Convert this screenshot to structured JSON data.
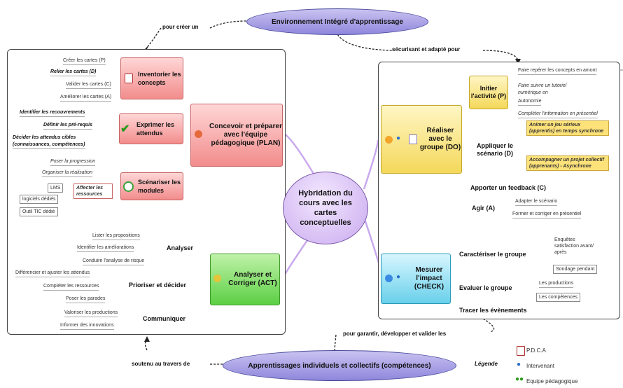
{
  "top_node": "Environnement Intégré d'apprentissage",
  "bottom_node": "Apprentissages individuels et collectifs (compétences)",
  "center": "Hybridation du cours avec les cartes conceptuelles",
  "connectors": {
    "top_left": "pour créer un",
    "top_right": "sécurisant et adapté pour",
    "bottom_right": "pour garantir, développer et valider les",
    "bottom_left": "soutenu au travers de"
  },
  "legend": {
    "title": "Légende",
    "items": [
      "P.D.C.A",
      "Intervenant",
      "Equipe pédagogique"
    ]
  },
  "plan": {
    "title": "Concevoir et préparer avec l'équipe pédagogique (PLAN)",
    "inventorier": {
      "label": "Inventorier les concepts",
      "leaves": [
        "Créer les cartes (P)",
        "Relier les cartes (D)",
        "Valider les cartes (C)",
        "Améliorer les cartes (A)"
      ]
    },
    "exprimer": {
      "label": "Exprimer les attendus",
      "leaves": [
        "Identifier les recouvrements",
        "Définir les pré-requis",
        "Décider les attendus cibles",
        "(connaissances, compétences)"
      ]
    },
    "scenariser": {
      "label": "Scénariser les modules",
      "leaves": [
        "Poser la progression",
        "Organiser la réalisation"
      ],
      "affecter": "Affecter les ressources",
      "affecter_leaves": [
        "LMS",
        "logiciels dédiés",
        "Outil TIC dédié"
      ]
    }
  },
  "act": {
    "title": "Analyser et Corriger (ACT)",
    "analyser": {
      "label": "Analyser",
      "leaves": [
        "Lister les propositions",
        "Identifier les améliorations",
        "Conduire l'analyse de risque"
      ]
    },
    "prioriser": {
      "label": "Prioriser et décider",
      "leaves": [
        "Différencier et ajuster les attendus",
        "Compléter les ressources",
        "Poser les parades"
      ]
    },
    "communiquer": {
      "label": "Communiquer",
      "leaves": [
        "Valoriser les productions",
        "Informer des innovations"
      ]
    }
  },
  "do": {
    "title": "Réaliser avec le groupe (DO)",
    "initier": {
      "label": "Initier l'activité (P)",
      "leaves": [
        "Faire repérer les concepts en amont",
        "Faire suivre un tutoriel",
        "numérique en",
        "Autonomie",
        "Compléter l'information en présentiel"
      ]
    },
    "appliquer": {
      "label": "Appliquer le scénario (D)",
      "leaves": [
        "Animer un jeu sérieux (apprentis) en temps synchrone",
        "Accompagner un projet collectif (apprenants) - Asynchrone"
      ]
    },
    "feedback": "Apporter un feedback (C)",
    "agir": {
      "label": "Agir (A)",
      "leaves": [
        "Adapter le scénario",
        "Former et corriger en présentiel"
      ]
    }
  },
  "check": {
    "title": "Mesurer l'impact (CHECK)",
    "caracteriser": {
      "label": "Caractériser le groupe",
      "leaves": [
        "Enquêtes satisfaction avant/ après",
        "Sondage pendant"
      ]
    },
    "evaluer": {
      "label": "Evaluer le groupe",
      "leaves": [
        "Les productions",
        "Les compétences"
      ]
    },
    "tracer": "Tracer les évènements"
  }
}
